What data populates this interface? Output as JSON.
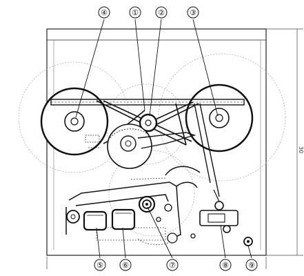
{
  "callouts": {
    "c1": "①",
    "c2": "②",
    "c3": "③",
    "c4": "④",
    "c5": "⑤",
    "c6": "⑥",
    "c7": "⑦",
    "c8": "⑧",
    "c9": "⑨"
  },
  "dimension_label": "30",
  "colors": {
    "ink": "#1a1a1a",
    "faint": "#b8b8b8",
    "paper": "#ffffff"
  }
}
